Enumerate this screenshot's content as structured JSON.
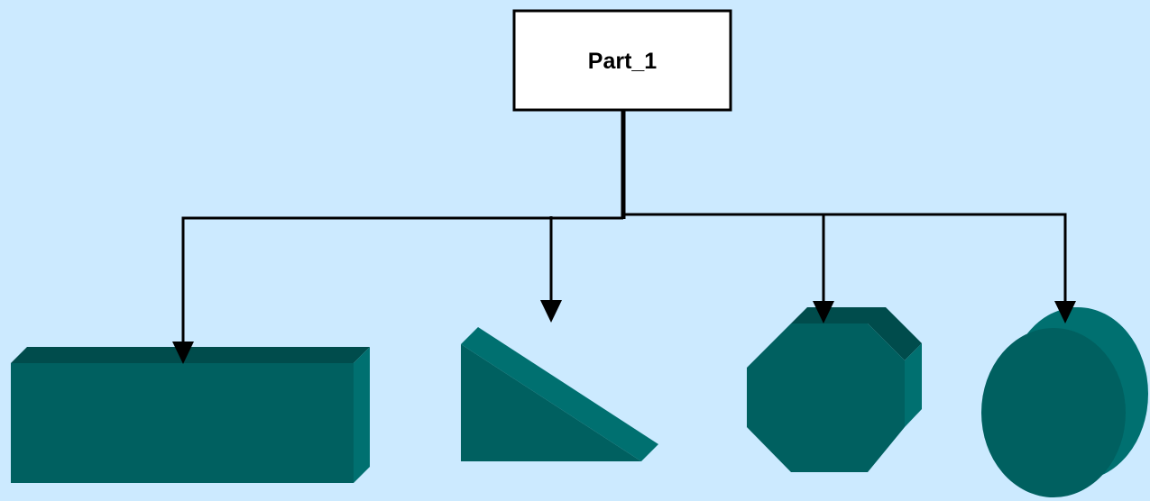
{
  "diagram": {
    "root": {
      "label": "Part_1"
    },
    "children": [
      {
        "shape": "rectangular-block"
      },
      {
        "shape": "triangular-wedge"
      },
      {
        "shape": "octagonal-prism"
      },
      {
        "shape": "cylinder"
      }
    ]
  },
  "colors": {
    "background": "#cceaff",
    "shape_front": "#006060",
    "shape_top": "#004c4c",
    "shape_side": "#007070",
    "line": "#000000",
    "box_fill": "#ffffff"
  }
}
